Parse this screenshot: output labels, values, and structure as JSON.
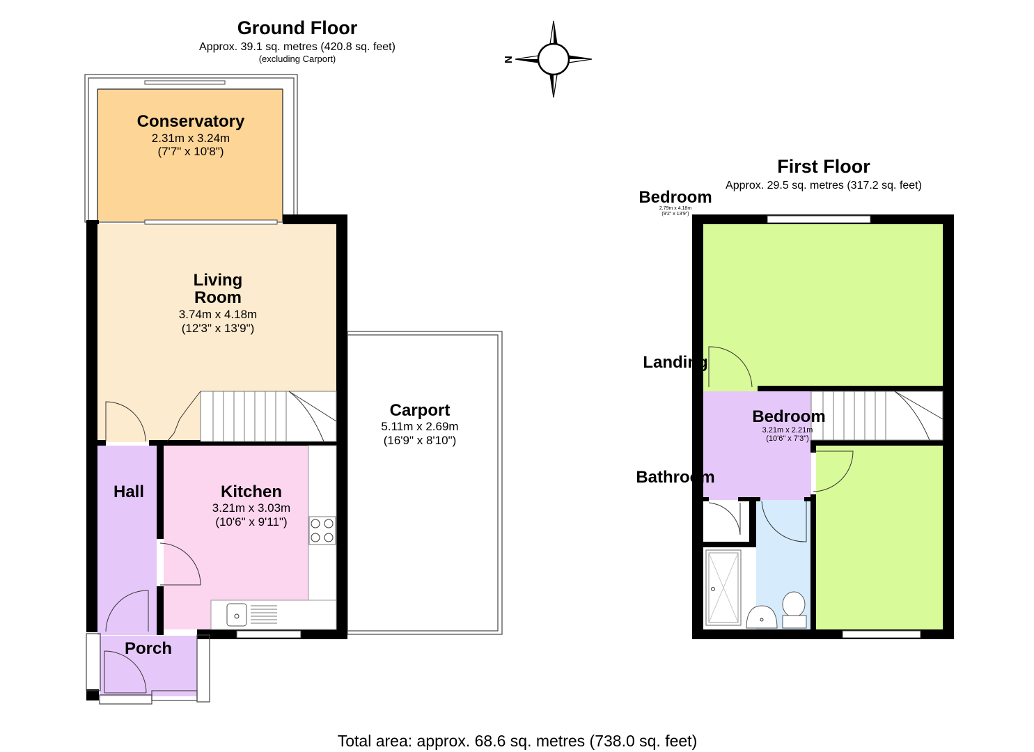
{
  "ground_floor": {
    "title": "Ground Floor",
    "area": "Approx. 39.1 sq. metres (420.8 sq. feet)",
    "note": "(excluding Carport)",
    "rooms": {
      "conservatory": {
        "name": "Conservatory",
        "metric": "2.31m x 3.24m",
        "imperial": "(7'7\" x 10'8\")"
      },
      "living_room": {
        "name_line1": "Living",
        "name_line2": "Room",
        "metric": "3.74m x 4.18m",
        "imperial": "(12'3\" x 13'9\")"
      },
      "carport": {
        "name": "Carport",
        "metric": "5.11m x 2.69m",
        "imperial": "(16'9\" x 8'10\")"
      },
      "hall": {
        "name": "Hall"
      },
      "kitchen": {
        "name": "Kitchen",
        "metric": "3.21m x 3.03m",
        "imperial": "(10'6\" x 9'11\")"
      },
      "porch": {
        "name": "Porch"
      }
    }
  },
  "first_floor": {
    "title": "First Floor",
    "area": "Approx. 29.5 sq. metres (317.2 sq. feet)",
    "rooms": {
      "bedroom_1": {
        "name": "Bedroom",
        "metric": "2.79m x 4.18m",
        "imperial": "(9'2\" x 13'9\")"
      },
      "landing": {
        "name": "Landing"
      },
      "bedroom_2": {
        "name": "Bedroom",
        "metric": "3.21m x 2.21m",
        "imperial": "(10'6\" x 7'3\")"
      },
      "bathroom": {
        "name": "Bathroom"
      }
    }
  },
  "compass": {
    "label": "N"
  },
  "total_area": "Total area: approx. 68.6 sq. metres (738.0 sq. feet)",
  "colors": {
    "conservatory": "#fdd597",
    "living_room": "#fdebcf",
    "hall": "#e5c8f9",
    "kitchen": "#fcd5ee",
    "porch": "#e5c8f9",
    "bedroom": "#d9fa98",
    "landing": "#e5c8f9",
    "bathroom": "#d6ebfb",
    "wall": "#000000"
  }
}
